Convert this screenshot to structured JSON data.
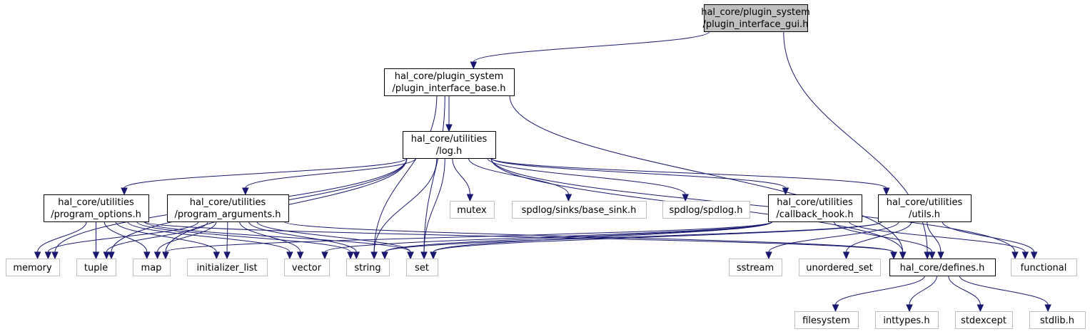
{
  "diagram": {
    "colors": {
      "edge": "#191970",
      "root_fill": "#bfbfbf",
      "external_border": "#bfbfbf"
    },
    "nodes": [
      {
        "id": "gui",
        "kind": "root",
        "lines": [
          "hal_core/plugin_system",
          "/plugin_interface_gui.h"
        ]
      },
      {
        "id": "base",
        "kind": "main",
        "lines": [
          "hal_core/plugin_system",
          "/plugin_interface_base.h"
        ]
      },
      {
        "id": "log",
        "kind": "main",
        "lines": [
          "hal_core/utilities",
          "/log.h"
        ]
      },
      {
        "id": "popts",
        "kind": "main",
        "lines": [
          "hal_core/utilities",
          "/program_options.h"
        ]
      },
      {
        "id": "pargs",
        "kind": "main",
        "lines": [
          "hal_core/utilities",
          "/program_arguments.h"
        ]
      },
      {
        "id": "mutex",
        "kind": "ext",
        "lines": [
          "mutex"
        ]
      },
      {
        "id": "basesink",
        "kind": "ext",
        "lines": [
          "spdlog/sinks/base_sink.h"
        ]
      },
      {
        "id": "spdlog",
        "kind": "ext",
        "lines": [
          "spdlog/spdlog.h"
        ]
      },
      {
        "id": "cbhook",
        "kind": "main",
        "lines": [
          "hal_core/utilities",
          "/callback_hook.h"
        ]
      },
      {
        "id": "utils",
        "kind": "main",
        "lines": [
          "hal_core/utilities",
          "/utils.h"
        ]
      },
      {
        "id": "memory",
        "kind": "ext",
        "lines": [
          "memory"
        ]
      },
      {
        "id": "tuple",
        "kind": "ext",
        "lines": [
          "tuple"
        ]
      },
      {
        "id": "map",
        "kind": "ext",
        "lines": [
          "map"
        ]
      },
      {
        "id": "initlist",
        "kind": "ext",
        "lines": [
          "initializer_list"
        ]
      },
      {
        "id": "vector",
        "kind": "ext",
        "lines": [
          "vector"
        ]
      },
      {
        "id": "string",
        "kind": "ext",
        "lines": [
          "string"
        ]
      },
      {
        "id": "set",
        "kind": "ext",
        "lines": [
          "set"
        ]
      },
      {
        "id": "defines",
        "kind": "main",
        "lines": [
          "hal_core/defines.h"
        ]
      },
      {
        "id": "sstream",
        "kind": "ext",
        "lines": [
          "sstream"
        ]
      },
      {
        "id": "uset",
        "kind": "ext",
        "lines": [
          "unordered_set"
        ]
      },
      {
        "id": "functional",
        "kind": "ext",
        "lines": [
          "functional"
        ]
      },
      {
        "id": "filesystem",
        "kind": "ext",
        "lines": [
          "filesystem"
        ]
      },
      {
        "id": "inttypes",
        "kind": "ext",
        "lines": [
          "inttypes.h"
        ]
      },
      {
        "id": "stdexcept",
        "kind": "ext",
        "lines": [
          "stdexcept"
        ]
      },
      {
        "id": "stdlib",
        "kind": "ext",
        "lines": [
          "stdlib.h"
        ]
      }
    ],
    "edges": [
      [
        "gui",
        "base"
      ],
      [
        "gui",
        "defines"
      ],
      [
        "base",
        "log"
      ],
      [
        "base",
        "string"
      ],
      [
        "base",
        "set"
      ],
      [
        "base",
        "defines"
      ],
      [
        "log",
        "popts"
      ],
      [
        "log",
        "pargs"
      ],
      [
        "log",
        "mutex"
      ],
      [
        "log",
        "basesink"
      ],
      [
        "log",
        "spdlog"
      ],
      [
        "log",
        "cbhook"
      ],
      [
        "log",
        "utils"
      ],
      [
        "log",
        "memory"
      ],
      [
        "log",
        "tuple"
      ],
      [
        "log",
        "map"
      ],
      [
        "log",
        "string"
      ],
      [
        "log",
        "set"
      ],
      [
        "log",
        "defines"
      ],
      [
        "log",
        "functional"
      ],
      [
        "popts",
        "memory"
      ],
      [
        "popts",
        "tuple"
      ],
      [
        "popts",
        "map"
      ],
      [
        "popts",
        "initlist"
      ],
      [
        "popts",
        "vector"
      ],
      [
        "popts",
        "string"
      ],
      [
        "popts",
        "set"
      ],
      [
        "popts",
        "defines"
      ],
      [
        "pargs",
        "memory"
      ],
      [
        "pargs",
        "tuple"
      ],
      [
        "pargs",
        "map"
      ],
      [
        "pargs",
        "initlist"
      ],
      [
        "pargs",
        "vector"
      ],
      [
        "pargs",
        "string"
      ],
      [
        "pargs",
        "set"
      ],
      [
        "pargs",
        "defines"
      ],
      [
        "cbhook",
        "map"
      ],
      [
        "cbhook",
        "vector"
      ],
      [
        "cbhook",
        "string"
      ],
      [
        "cbhook",
        "set"
      ],
      [
        "cbhook",
        "defines"
      ],
      [
        "cbhook",
        "functional"
      ],
      [
        "utils",
        "string"
      ],
      [
        "utils",
        "set"
      ],
      [
        "utils",
        "sstream"
      ],
      [
        "utils",
        "uset"
      ],
      [
        "utils",
        "defines"
      ],
      [
        "utils",
        "functional"
      ],
      [
        "defines",
        "filesystem"
      ],
      [
        "defines",
        "inttypes"
      ],
      [
        "defines",
        "stdexcept"
      ],
      [
        "defines",
        "stdlib"
      ]
    ]
  }
}
